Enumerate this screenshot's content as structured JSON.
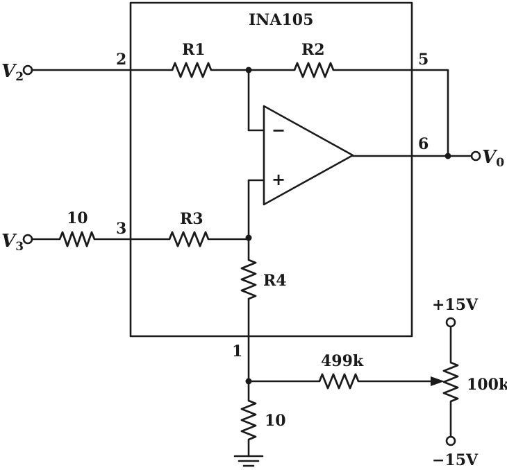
{
  "chip": {
    "name": "INA105"
  },
  "resistors": {
    "r1": "R1",
    "r2": "R2",
    "r3": "R3",
    "r4": "R4",
    "r_in3": "10",
    "r_gnd": "10",
    "r_trim": "499k",
    "pot": "100k"
  },
  "pins": {
    "p1": "1",
    "p2": "2",
    "p3": "3",
    "p5": "5",
    "p6": "6"
  },
  "opamp": {
    "inv": "−",
    "noninv": "+"
  },
  "terminals": {
    "v2": {
      "main": "V",
      "sub": "2"
    },
    "v3": {
      "main": "V",
      "sub": "3"
    },
    "vo": {
      "main": "V",
      "sub": "0"
    }
  },
  "supplies": {
    "pos": "+15V",
    "neg": "−15V"
  }
}
